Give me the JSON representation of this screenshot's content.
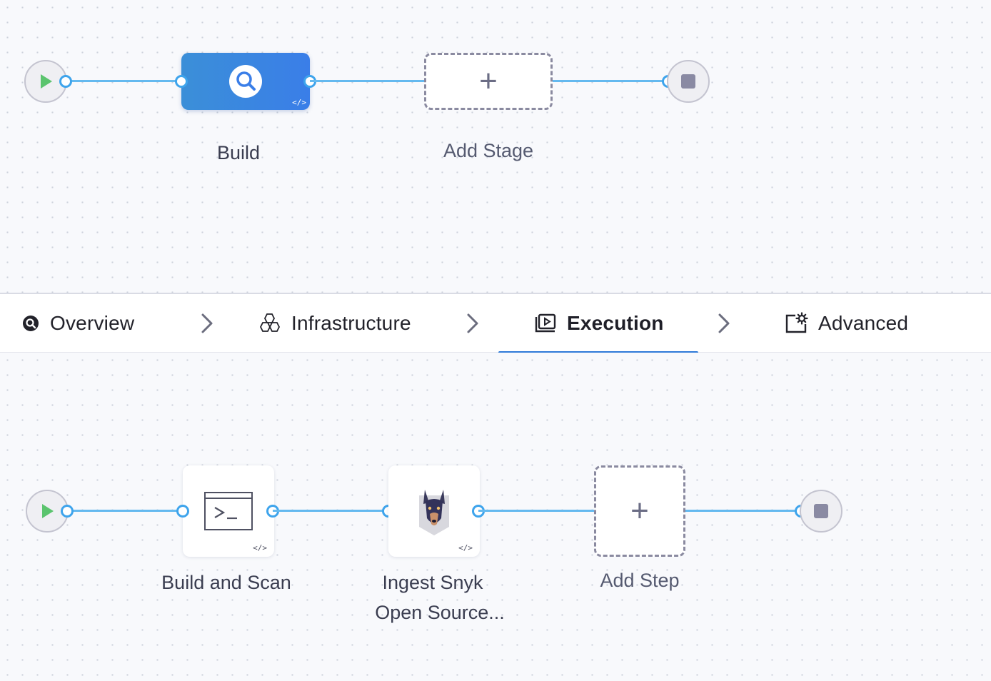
{
  "pipeline": {
    "stages": [
      {
        "label": "Build",
        "icon": "build-search-icon"
      }
    ],
    "add_stage_label": "Add Stage"
  },
  "tabs": [
    {
      "label": "Overview",
      "icon": "overview-icon",
      "active": false
    },
    {
      "label": "Infrastructure",
      "icon": "infrastructure-icon",
      "active": false
    },
    {
      "label": "Execution",
      "icon": "execution-icon",
      "active": true
    },
    {
      "label": "Advanced",
      "icon": "advanced-gear-icon",
      "active": false
    }
  ],
  "execution": {
    "steps": [
      {
        "label": "Build and Scan",
        "icon": "terminal-icon"
      },
      {
        "label_line1": "Ingest Snyk",
        "label_line2": "Open Source...",
        "icon": "snyk-doberman-icon"
      }
    ],
    "add_step_label": "Add Step"
  },
  "colors": {
    "wire": "#64b9ef",
    "port": "#3ea4ec",
    "stage_fill": "#3a7ee8",
    "active_tab_underline": "#2f7ad8"
  }
}
